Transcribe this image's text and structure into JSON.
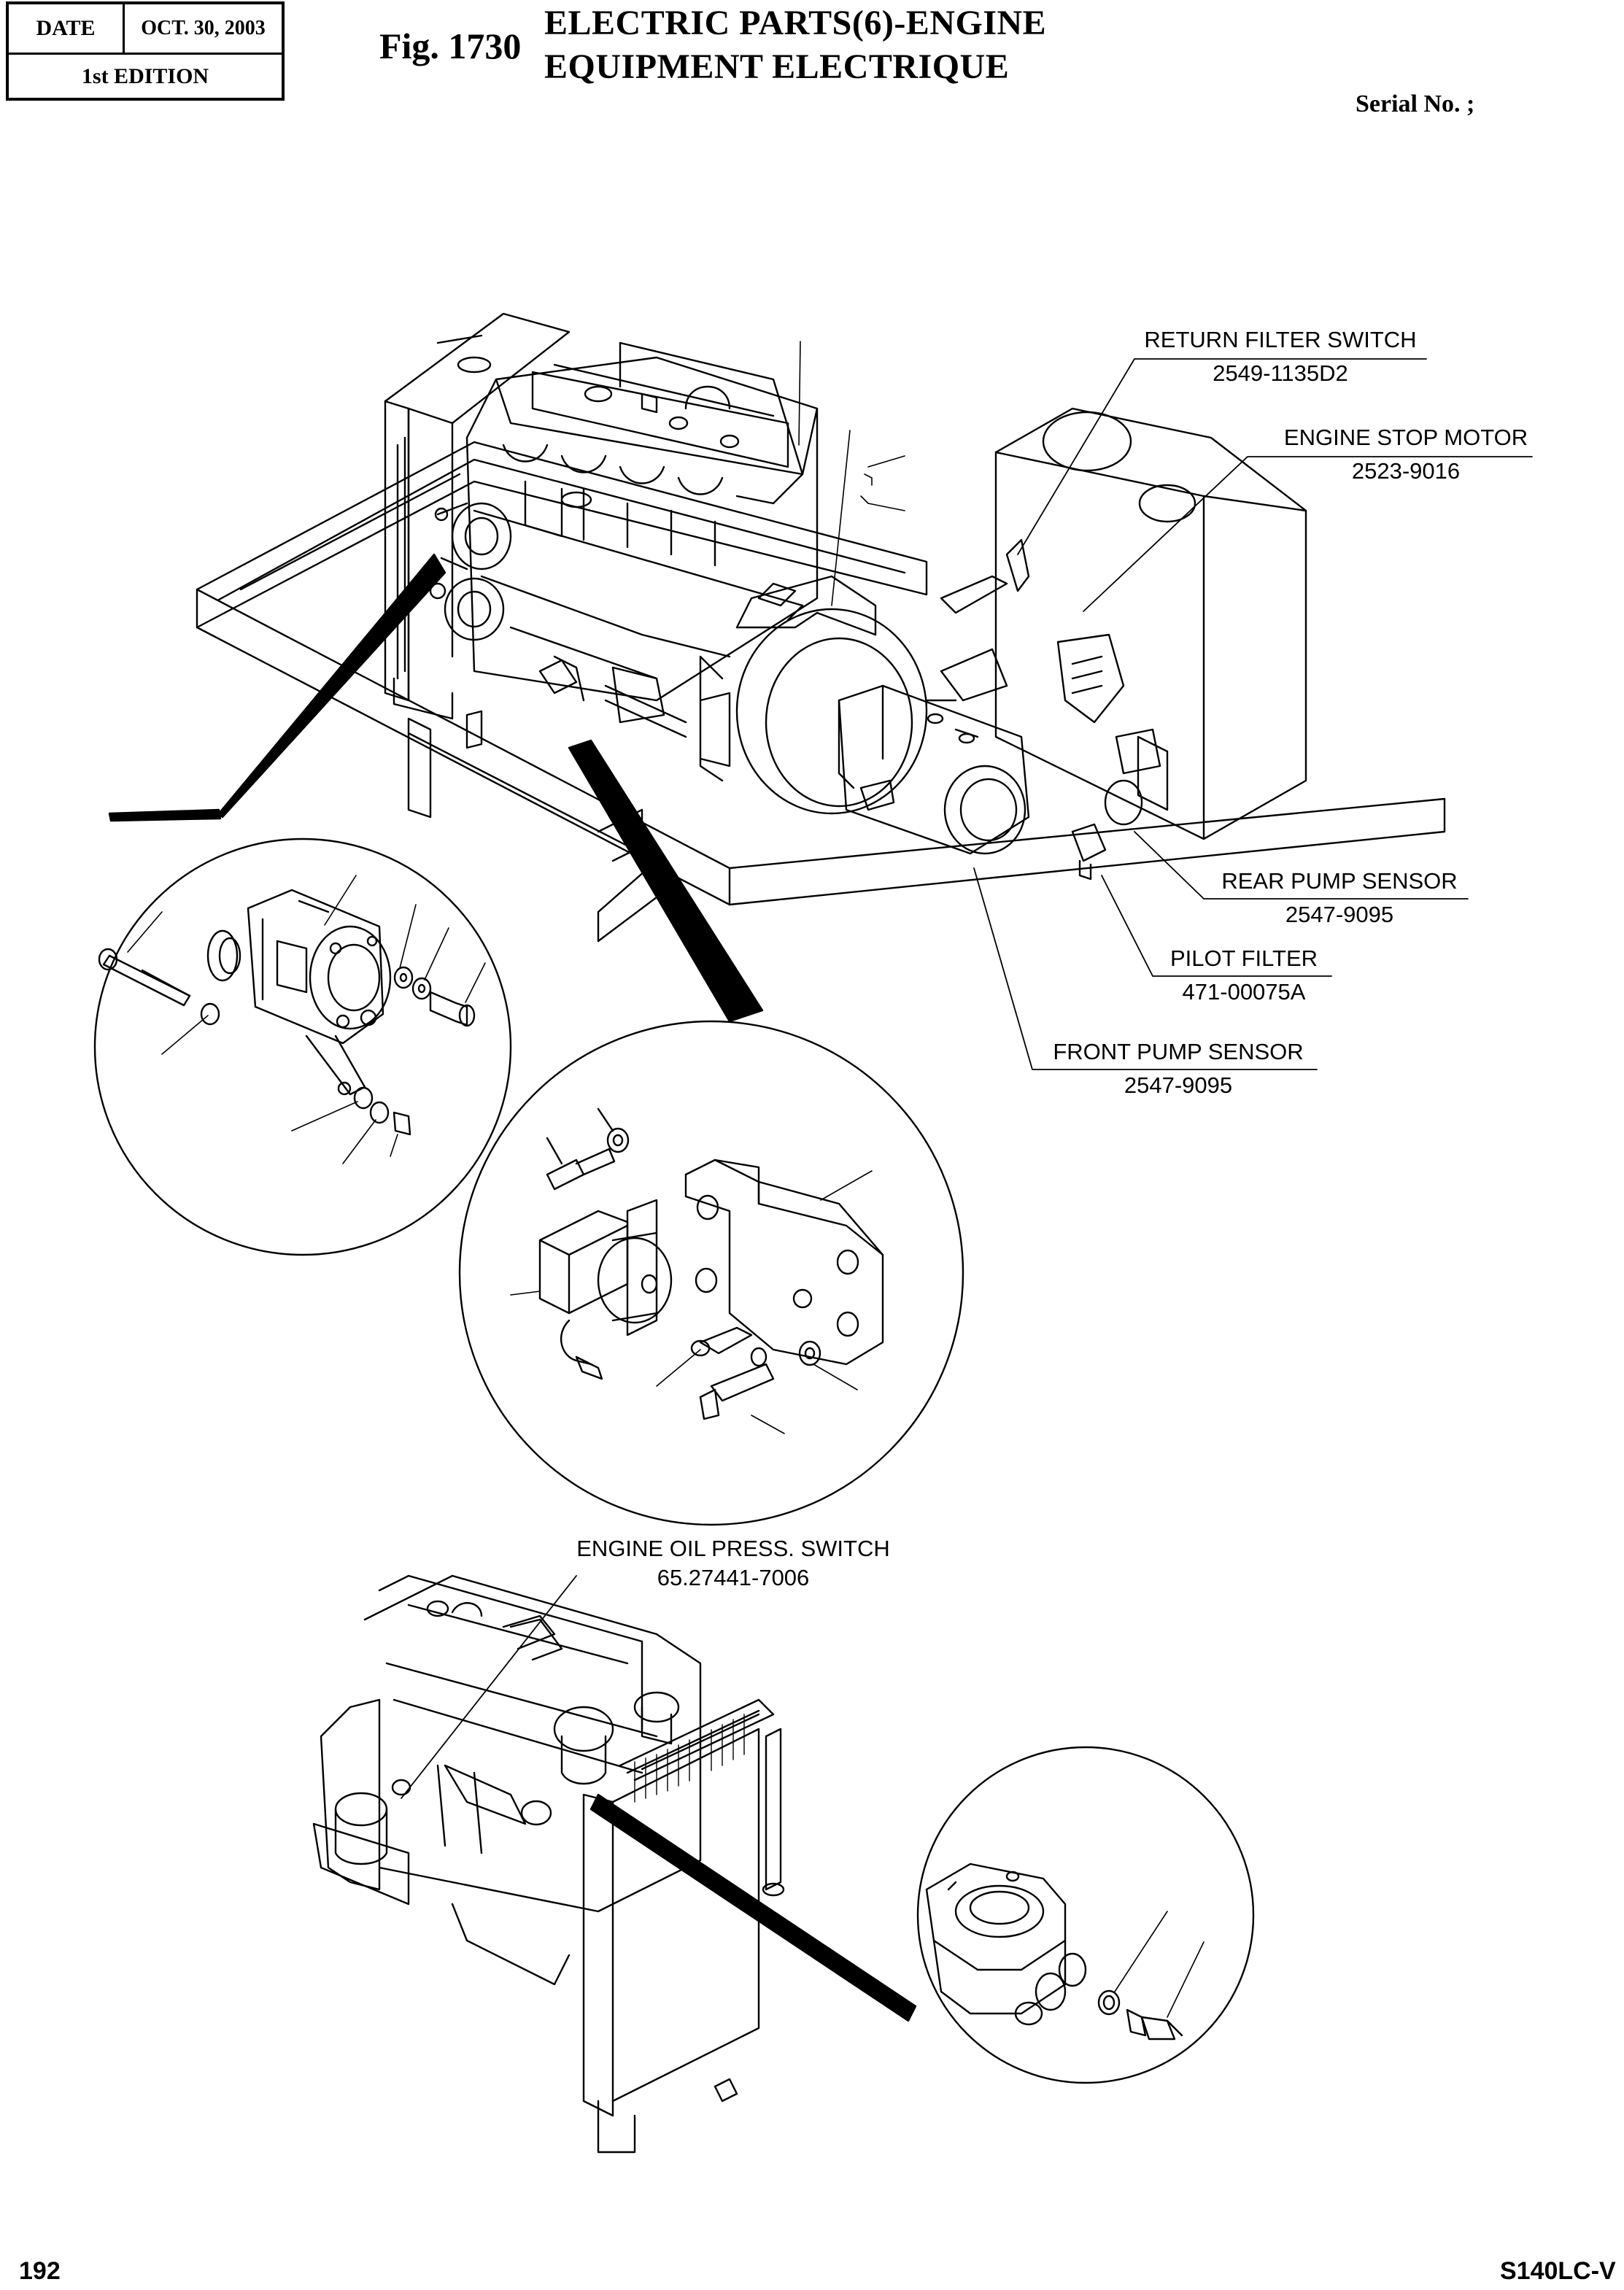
{
  "header": {
    "date_label": "DATE",
    "date_value": "OCT. 30, 2003",
    "edition": "1st EDITION",
    "fig_number": "Fig. 1730",
    "title_main": "ELECTRIC PARTS(6)-ENGINE",
    "title_sub": "EQUIPMENT ELECTRIQUE",
    "serial": "Serial No. ;"
  },
  "callouts": [
    {
      "name": "RETURN FILTER SWITCH",
      "part": "2549-1135D2"
    },
    {
      "name": "ENGINE STOP MOTOR",
      "part": "2523-9016"
    },
    {
      "name": "REAR PUMP SENSOR",
      "part": "2547-9095"
    },
    {
      "name": "PILOT FILTER",
      "part": "471-00075A"
    },
    {
      "name": "FRONT PUMP SENSOR",
      "part": "2547-9095"
    },
    {
      "name": "ENGINE OIL PRESS. SWITCH",
      "part": "65.27441-7006"
    }
  ],
  "footer": {
    "page_number": "192",
    "model": "S140LC-V"
  }
}
